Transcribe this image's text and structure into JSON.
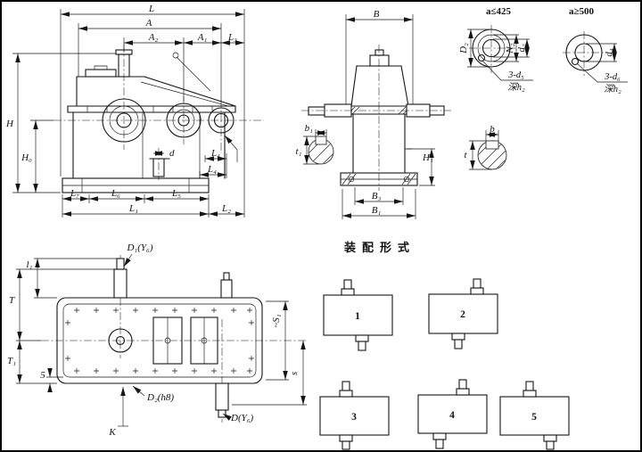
{
  "fv": {
    "L": "L",
    "A": "A",
    "A2": "A₂",
    "A1": "A₁",
    "L3": "L₃",
    "H": "H",
    "H0": "H₀",
    "L7": "L₇",
    "L6": "L₆",
    "L5": "L₅",
    "L1": "L₁",
    "L2": "L₂",
    "d": "d",
    "L4": "L₄"
  },
  "sv": {
    "B": "B",
    "b1": "b₁",
    "t1": "t₁",
    "H1": "H₁",
    "B3": "B₃",
    "B1": "B₁"
  },
  "dt": {
    "hdr_small": "a≤425",
    "hdr_large": "a≥500",
    "D2": "D₂",
    "N2": "N₂",
    "d2": "d₂",
    "d4": "d₄",
    "holes_small": "3-d₅",
    "holes_large": "3-d₆",
    "depth": "深h₂",
    "b": "b",
    "t": "t"
  },
  "tv": {
    "D1": "D₁(Y₆)",
    "l1": "l₁",
    "T": "T",
    "T1": "T₁",
    "n5": "5",
    "D2h8": "D₂(h8)",
    "K": "K",
    "D": "D(Y₆)",
    "S1": "~S₁",
    "s": "s"
  },
  "asm": {
    "title": "装配形式",
    "items": [
      {
        "num": "1"
      },
      {
        "num": "2"
      },
      {
        "num": "3"
      },
      {
        "num": "4"
      },
      {
        "num": "5"
      }
    ]
  }
}
